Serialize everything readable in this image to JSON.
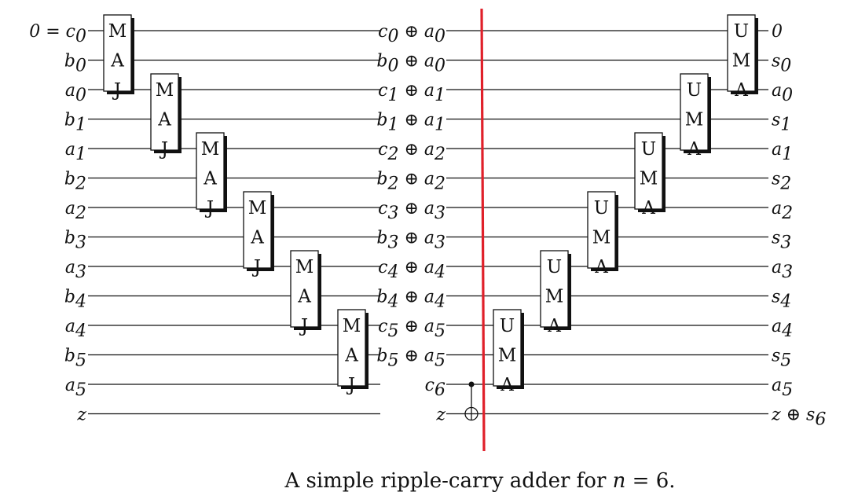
{
  "caption": {
    "prefix": "A simple ripple-carry adder for ",
    "variable": "n",
    "suffix": " = 6."
  },
  "left_labels": [
    {
      "pre": "0 = ",
      "base": "c",
      "sub": "0"
    },
    {
      "base": "b",
      "sub": "0"
    },
    {
      "base": "a",
      "sub": "0"
    },
    {
      "base": "b",
      "sub": "1"
    },
    {
      "base": "a",
      "sub": "1"
    },
    {
      "base": "b",
      "sub": "2"
    },
    {
      "base": "a",
      "sub": "2"
    },
    {
      "base": "b",
      "sub": "3"
    },
    {
      "base": "a",
      "sub": "3"
    },
    {
      "base": "b",
      "sub": "4"
    },
    {
      "base": "a",
      "sub": "4"
    },
    {
      "base": "b",
      "sub": "5"
    },
    {
      "base": "a",
      "sub": "5"
    },
    {
      "base": "z"
    }
  ],
  "middle_labels": [
    {
      "base": "c",
      "sub": "0",
      "op": " ⊕ ",
      "base2": "a",
      "sub2": "0"
    },
    {
      "base": "b",
      "sub": "0",
      "op": " ⊕ ",
      "base2": "a",
      "sub2": "0"
    },
    {
      "base": "c",
      "sub": "1",
      "op": " ⊕ ",
      "base2": "a",
      "sub2": "1"
    },
    {
      "base": "b",
      "sub": "1",
      "op": " ⊕ ",
      "base2": "a",
      "sub2": "1"
    },
    {
      "base": "c",
      "sub": "2",
      "op": " ⊕ ",
      "base2": "a",
      "sub2": "2"
    },
    {
      "base": "b",
      "sub": "2",
      "op": " ⊕ ",
      "base2": "a",
      "sub2": "2"
    },
    {
      "base": "c",
      "sub": "3",
      "op": " ⊕ ",
      "base2": "a",
      "sub2": "3"
    },
    {
      "base": "b",
      "sub": "3",
      "op": " ⊕ ",
      "base2": "a",
      "sub2": "3"
    },
    {
      "base": "c",
      "sub": "4",
      "op": " ⊕ ",
      "base2": "a",
      "sub2": "4"
    },
    {
      "base": "b",
      "sub": "4",
      "op": " ⊕ ",
      "base2": "a",
      "sub2": "4"
    },
    {
      "base": "c",
      "sub": "5",
      "op": " ⊕ ",
      "base2": "a",
      "sub2": "5"
    },
    {
      "base": "b",
      "sub": "5",
      "op": " ⊕ ",
      "base2": "a",
      "sub2": "5"
    },
    {
      "base": "c",
      "sub": "6"
    },
    {
      "base": "z"
    }
  ],
  "right_labels": [
    {
      "upright": "0"
    },
    {
      "base": "s",
      "sub": "0"
    },
    {
      "base": "a",
      "sub": "0"
    },
    {
      "base": "s",
      "sub": "1"
    },
    {
      "base": "a",
      "sub": "1"
    },
    {
      "base": "s",
      "sub": "2"
    },
    {
      "base": "a",
      "sub": "2"
    },
    {
      "base": "s",
      "sub": "3"
    },
    {
      "base": "a",
      "sub": "3"
    },
    {
      "base": "s",
      "sub": "4"
    },
    {
      "base": "a",
      "sub": "4"
    },
    {
      "base": "s",
      "sub": "5"
    },
    {
      "base": "a",
      "sub": "5"
    },
    {
      "base": "z",
      "op": " ⊕ ",
      "base2": "s",
      "sub2": "6"
    }
  ],
  "maj_gates": [
    {
      "letters": [
        "M",
        "A",
        "J"
      ],
      "first_wire": 0
    },
    {
      "letters": [
        "M",
        "A",
        "J"
      ],
      "first_wire": 2
    },
    {
      "letters": [
        "M",
        "A",
        "J"
      ],
      "first_wire": 4
    },
    {
      "letters": [
        "M",
        "A",
        "J"
      ],
      "first_wire": 6
    },
    {
      "letters": [
        "M",
        "A",
        "J"
      ],
      "first_wire": 8
    },
    {
      "letters": [
        "M",
        "A",
        "J"
      ],
      "first_wire": 10
    }
  ],
  "uma_gates": [
    {
      "letters": [
        "U",
        "M",
        "A"
      ],
      "first_wire": 10
    },
    {
      "letters": [
        "U",
        "M",
        "A"
      ],
      "first_wire": 8
    },
    {
      "letters": [
        "U",
        "M",
        "A"
      ],
      "first_wire": 6
    },
    {
      "letters": [
        "U",
        "M",
        "A"
      ],
      "first_wire": 4
    },
    {
      "letters": [
        "U",
        "M",
        "A"
      ],
      "first_wire": 2
    },
    {
      "letters": [
        "U",
        "M",
        "A"
      ],
      "first_wire": 0
    }
  ],
  "cnot": {
    "control_wire": 12,
    "target_wire": 13
  },
  "colors": {
    "ink": "#111111",
    "divider": "#e0202a"
  }
}
